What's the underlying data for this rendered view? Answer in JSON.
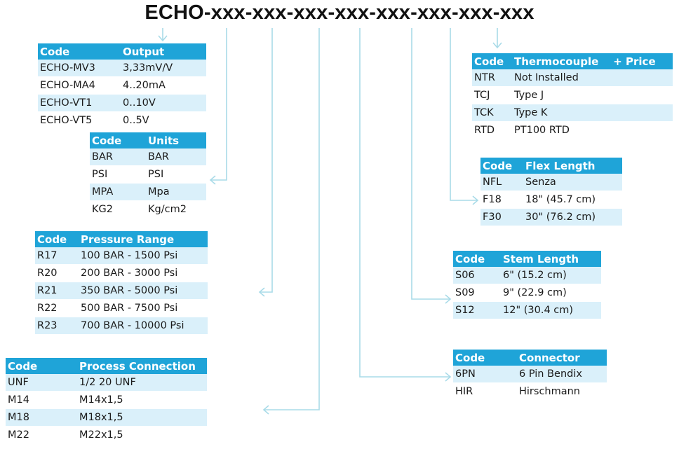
{
  "title": "ECHO-xxx-xxx-xxx-xxx-xxx-xxx-xxx-xxx",
  "colors": {
    "header": "#1fa4d8",
    "row_alt": "#daf0fa",
    "connector": "#a9dbe8"
  },
  "tables": {
    "output": {
      "headers": [
        "Code",
        "Output"
      ],
      "rows": [
        [
          "ECHO-MV3",
          "3,33mV/V"
        ],
        [
          "ECHO-MA4",
          "4..20mA"
        ],
        [
          "ECHO-VT1",
          "0..10V"
        ],
        [
          "ECHO-VT5",
          "0..5V"
        ]
      ]
    },
    "units": {
      "headers": [
        "Code",
        "Units"
      ],
      "rows": [
        [
          "BAR",
          "BAR"
        ],
        [
          "PSI",
          "PSI"
        ],
        [
          "MPA",
          "Mpa"
        ],
        [
          "KG2",
          "Kg/cm2"
        ]
      ]
    },
    "pressure_range": {
      "headers": [
        "Code",
        "Pressure Range"
      ],
      "rows": [
        [
          "R17",
          "100 BAR - 1500 Psi"
        ],
        [
          "R20",
          "200 BAR - 3000 Psi"
        ],
        [
          "R21",
          "350 BAR - 5000 Psi"
        ],
        [
          "R22",
          "500 BAR - 7500 Psi"
        ],
        [
          "R23",
          "700 BAR - 10000 Psi"
        ]
      ]
    },
    "process_connection": {
      "headers": [
        "Code",
        "Process Connection"
      ],
      "rows": [
        [
          "UNF",
          "1/2 20 UNF"
        ],
        [
          "M14",
          "M14x1,5"
        ],
        [
          "M18",
          "M18x1,5"
        ],
        [
          "M22",
          "M22x1,5"
        ]
      ]
    },
    "thermocouple": {
      "headers": [
        "Code",
        "Thermocouple    + Price"
      ],
      "rows": [
        [
          "NTR",
          "Not Installed"
        ],
        [
          "TCJ",
          "Type J"
        ],
        [
          "TCK",
          "Type K"
        ],
        [
          "RTD",
          "PT100 RTD"
        ]
      ]
    },
    "flex_length": {
      "headers": [
        "Code",
        "Flex Length"
      ],
      "rows": [
        [
          "NFL",
          "Senza"
        ],
        [
          "F18",
          "18\" (45.7 cm)"
        ],
        [
          "F30",
          "30\" (76.2 cm)"
        ]
      ]
    },
    "stem_length": {
      "headers": [
        "Code",
        "Stem Length"
      ],
      "rows": [
        [
          "S06",
          "6\" (15.2 cm)"
        ],
        [
          "S09",
          "9\" (22.9 cm)"
        ],
        [
          "S12",
          "12\" (30.4 cm)"
        ]
      ]
    },
    "connector": {
      "headers": [
        "Code",
        "Connector"
      ],
      "rows": [
        [
          "6PN",
          "6 Pin Bendix"
        ],
        [
          "HIR",
          "Hirschmann"
        ]
      ]
    }
  }
}
